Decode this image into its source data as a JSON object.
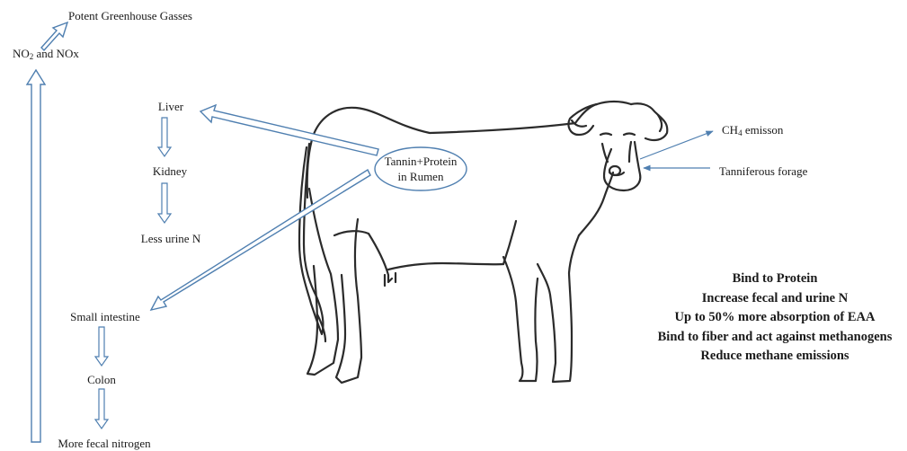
{
  "top_left": {
    "greenhouse": "Potent Greenhouse Gasses",
    "no_prefix": "NO",
    "no_sub": "2",
    "no_suffix": " and NOx"
  },
  "liver_path": {
    "liver": "Liver",
    "kidney": "Kidney",
    "urine": "Less urine N"
  },
  "gut_path": {
    "small_intestine": "Small intestine",
    "colon": "Colon",
    "fecal": "More fecal nitrogen"
  },
  "rumen": {
    "line1": "Tannin+Protein",
    "line2": "in Rumen"
  },
  "right": {
    "ch4_prefix": "CH",
    "ch4_sub": "4",
    "ch4_suffix": " emisson",
    "forage": "Tanniferous forage"
  },
  "effects": [
    "Bind to Protein",
    "Increase fecal and urine  N",
    "Up to 50% more absorption  of EAA",
    "Bind to fiber and act against methanogens",
    "Reduce methane emissions"
  ],
  "colors": {
    "arrow_outline": "#4f7fb0",
    "cow_line": "#2b2b2b",
    "text": "#1a1a1a"
  }
}
